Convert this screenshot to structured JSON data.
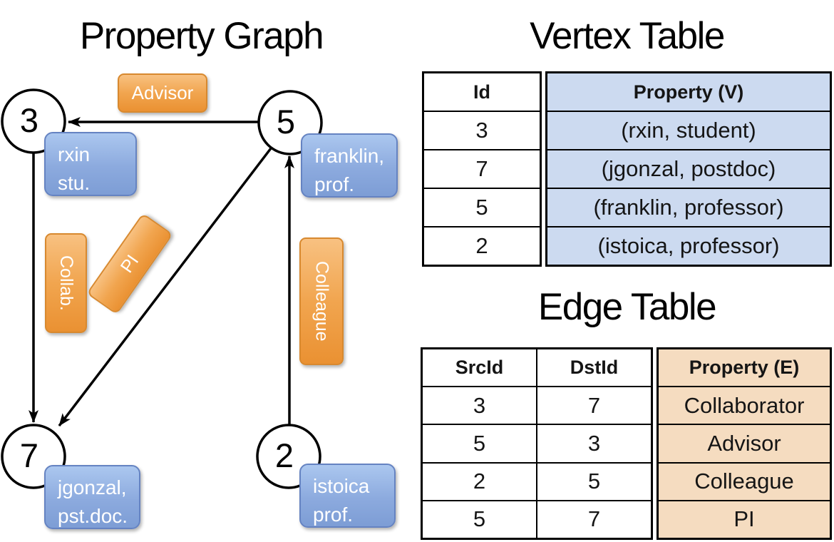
{
  "titles": {
    "graph": "Property Graph",
    "vertex_table": "Vertex Table",
    "edge_table": "Edge Table"
  },
  "graph": {
    "nodes": [
      {
        "id": "3",
        "property_line1": "rxin",
        "property_line2": "stu."
      },
      {
        "id": "5",
        "property_line1": "franklin,",
        "property_line2": "prof."
      },
      {
        "id": "7",
        "property_line1": "jgonzal,",
        "property_line2": "pst.doc."
      },
      {
        "id": "2",
        "property_line1": "istoica",
        "property_line2": "prof."
      }
    ],
    "edge_labels": {
      "advisor": "Advisor",
      "collab": "Collab.",
      "pi": "PI",
      "colleague": "Colleague"
    }
  },
  "vertex_table": {
    "col_id": "Id",
    "col_property": "Property (V)",
    "rows": [
      {
        "id": "3",
        "property": "(rxin, student)"
      },
      {
        "id": "7",
        "property": "(jgonzal, postdoc)"
      },
      {
        "id": "5",
        "property": "(franklin, professor)"
      },
      {
        "id": "2",
        "property": "(istoica, professor)"
      }
    ]
  },
  "edge_table": {
    "col_src": "SrcId",
    "col_dst": "DstId",
    "col_property": "Property (E)",
    "rows": [
      {
        "src": "3",
        "dst": "7",
        "property": "Collaborator"
      },
      {
        "src": "5",
        "dst": "3",
        "property": "Advisor"
      },
      {
        "src": "2",
        "dst": "5",
        "property": "Colleague"
      },
      {
        "src": "5",
        "dst": "7",
        "property": "PI"
      }
    ]
  },
  "colors": {
    "edge_label_orange": "#f0a14b",
    "node_property_blue": "#8caade",
    "vertex_property_cell": "#ccdaf0",
    "edge_property_cell": "#f5dcc0",
    "line_black": "#000000"
  }
}
